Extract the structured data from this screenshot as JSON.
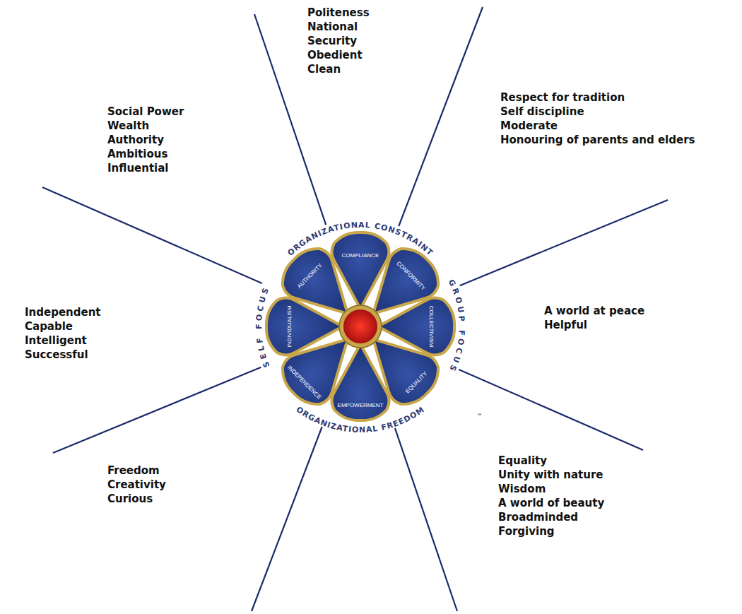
{
  "diagram": {
    "nodes": [
      {
        "text": [
          "AUTHORITY"
        ]
      },
      {
        "text": [
          "COMPLIANCE"
        ]
      },
      {
        "text": [
          "CONFORMITY"
        ]
      },
      {
        "text": [
          "COLLECTIVISM"
        ]
      },
      {
        "text": [
          "EQUALITY"
        ]
      },
      {
        "text": [
          "EMPOWERMENT"
        ]
      },
      {
        "text": [
          "INDEPENDENCE"
        ]
      },
      {
        "text": [
          "INDIVIDUALISM"
        ]
      }
    ],
    "labels": [
      "Politeness",
      "National Security",
      "Obedient",
      "Clean",
      "Social Power",
      "Wealth",
      "Authority",
      "Ambitious",
      "Influential",
      "Respect for tradition",
      "Self discipline",
      "Moderate",
      "Honouring of parents and elders",
      "Independent",
      "Capable",
      "Intelligent",
      "Successful",
      "A world at peace",
      "Helpful",
      "Freedom",
      "Creativity",
      "Curious",
      "Equality",
      "Unity with nature",
      "Wisdom",
      "A world of beauty",
      "Broadminded",
      "Forgiving",
      "ORGANIZATIONAL CONSTRAINT",
      "GROUP FOCUS",
      "ORGANIZATIONAL FREEDOM",
      "SELF FOCUS",
      "™"
    ]
  }
}
